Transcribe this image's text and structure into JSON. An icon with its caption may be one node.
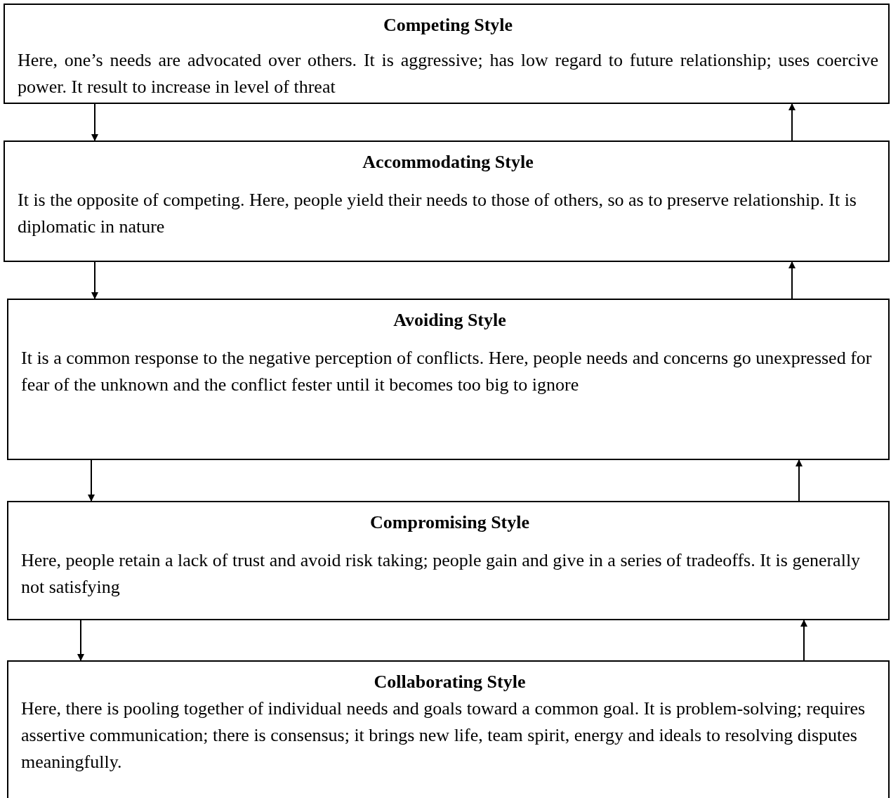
{
  "diagram": {
    "nodes": [
      {
        "text": [
          "Competing Style",
          "Here, one’s needs are advocated over others. It is aggressive; has low regard to future relationship; uses coercive power. It result to increase in level of threat"
        ]
      },
      {
        "text": [
          "Accommodating Style",
          "It is the opposite of competing. Here, people yield their needs to those of others, so as to preserve relationship. It is diplomatic in nature"
        ]
      },
      {
        "text": [
          "Avoiding Style",
          "It is a common response to the negative perception of conflicts. Here, people needs and concerns go unexpressed for fear of the unknown and the conflict fester until it becomes too big to ignore"
        ]
      },
      {
        "text": [
          "Compromising Style",
          "Here, people retain a lack of trust and avoid risk taking; people gain and give in a series of tradeoffs. It is generally not satisfying"
        ]
      },
      {
        "text": [
          "Collaborating Style",
          "Here, there is pooling together of individual needs and goals toward a common goal. It is problem-solving; requires assertive communication; there is consensus; it brings new life, team spirit, energy and ideals to resolving disputes meaningfully."
        ]
      }
    ],
    "edges": [
      {
        "from": 0,
        "to": 1,
        "arrow": "to"
      },
      {
        "from": 1,
        "to": 0,
        "arrow": "to"
      },
      {
        "from": 1,
        "to": 2,
        "arrow": "to"
      },
      {
        "from": 2,
        "to": 1,
        "arrow": "to"
      },
      {
        "from": 2,
        "to": 3,
        "arrow": "to"
      },
      {
        "from": 3,
        "to": 2,
        "arrow": "to"
      },
      {
        "from": 3,
        "to": 4,
        "arrow": "to"
      },
      {
        "from": 4,
        "to": 3,
        "arrow": "to"
      }
    ]
  }
}
